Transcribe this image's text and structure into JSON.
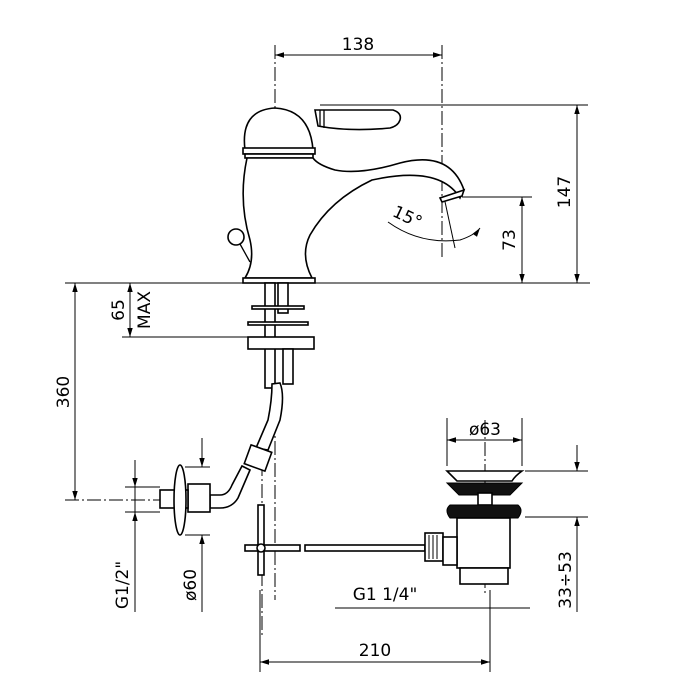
{
  "drawing": {
    "colors": {
      "line": "#000000",
      "background": "#ffffff"
    },
    "dimensions": {
      "spout_reach": "138",
      "total_height": "147",
      "spout_height": "73",
      "angle": "15°",
      "deck_thickness": "65",
      "deck_max": "MAX",
      "hose_length": "360",
      "inlet_thread": "G1/2\"",
      "rosette_diameter": "ø60",
      "waste_diameter": "ø63",
      "waste_thread": "G1 1/4\"",
      "waste_height": "33÷53",
      "rod_length": "210"
    }
  }
}
